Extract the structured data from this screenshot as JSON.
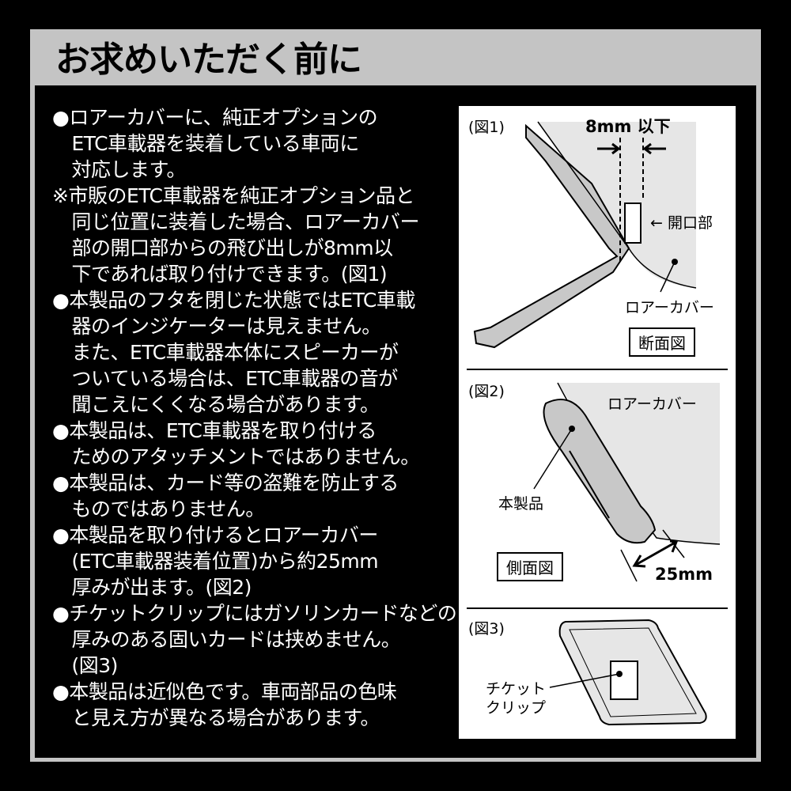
{
  "title": "お求めいただく前に",
  "notes": [
    {
      "lines": [
        "●ロアーカバーに、純正オプションの",
        "　ETC車載器を装着している車両に",
        "　対応します。"
      ]
    },
    {
      "lines": [
        "※市販のETC車載器を純正オプション品と",
        "　同じ位置に装着した場合、ロアーカバー",
        "　部の開口部からの飛び出しが8mm以",
        "　下であれば取り付けできます。(図1)"
      ]
    },
    {
      "lines": [
        "●本製品のフタを閉じた状態ではETC車載",
        "　器のインジケーターは見えません。",
        "　また、ETC車載器本体にスピーカーが",
        "　ついている場合は、ETC車載器の音が",
        "　聞こえにくくなる場合があります。"
      ]
    },
    {
      "lines": [
        "●本製品は、ETC車載器を取り付ける",
        "　ためのアタッチメントではありません。"
      ]
    },
    {
      "lines": [
        "●本製品は、カード等の盗難を防止する",
        "　ものではありません。"
      ]
    },
    {
      "lines": [
        "●本製品を取り付けるとロアーカバー",
        "　(ETC車載器装着位置)から約25mm",
        "　厚みが出ます。(図2)"
      ]
    },
    {
      "lines": [
        "●チケットクリップにはガソリンカードなどの",
        "　厚みのある固いカードは挟めません。",
        "　(図3)"
      ]
    },
    {
      "lines": [
        "●本製品は近似色です。車両部品の色味",
        "　と見え方が異なる場合があります。"
      ]
    }
  ],
  "figures": {
    "fig1": {
      "label": "(図1)",
      "dimension": "8mm 以下",
      "opening": "← 開口部",
      "lower_cover": "ロアーカバー",
      "view": "断面図"
    },
    "fig2": {
      "label": "(図2)",
      "lower_cover": "ロアーカバー",
      "product": "本製品",
      "view": "側面図",
      "dimension": "25mm"
    },
    "fig3": {
      "label": "(図3)",
      "clip_line1": "チケット",
      "clip_line2": "クリップ"
    }
  },
  "colors": {
    "frame": "#c4c4c4",
    "background": "#000000",
    "panel": "#ffffff",
    "part_gray": "#c8c8c8",
    "area_gray": "#e6e6e6"
  }
}
